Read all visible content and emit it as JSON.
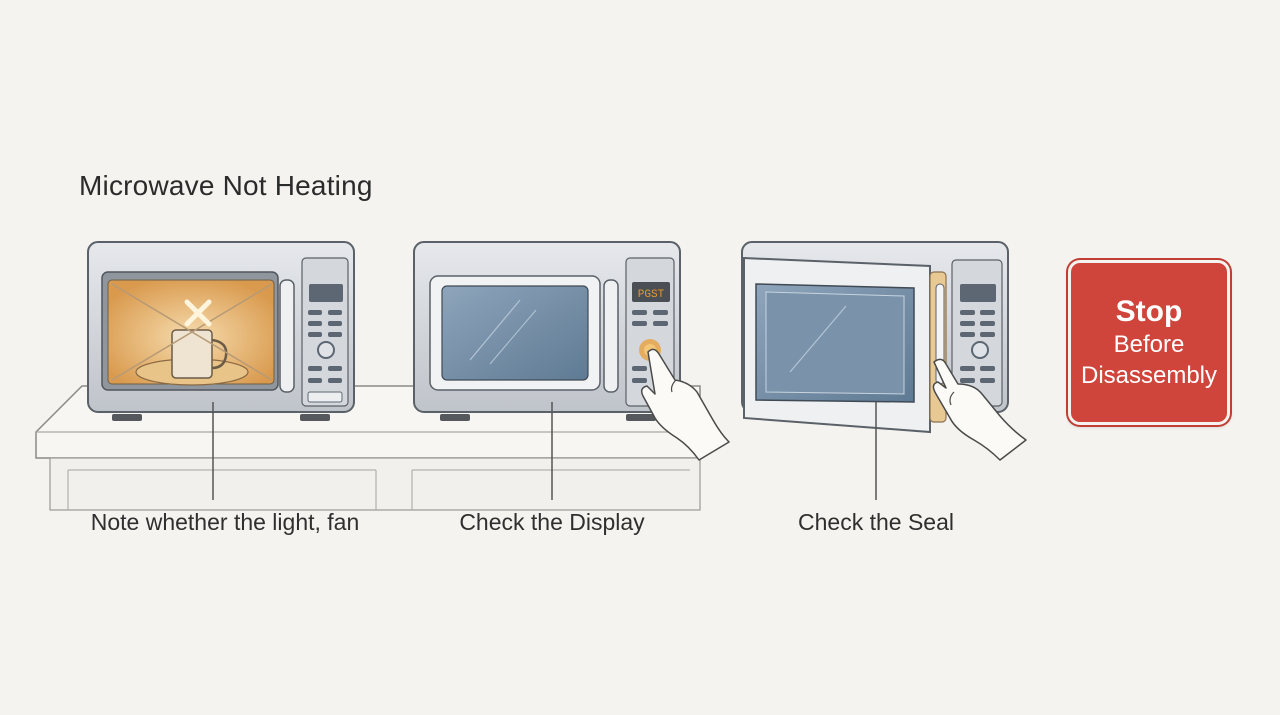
{
  "title": "Microwave Not Heating",
  "steps": [
    {
      "caption": "Note whether the light, fan",
      "icon": "crossed-out-heating-microwave-icon"
    },
    {
      "caption": "Check the Display",
      "display_text": "PGST",
      "icon": "finger-pressing-keypad-icon"
    },
    {
      "caption": "Check the Seal",
      "icon": "open-door-seal-icon"
    }
  ],
  "stop": {
    "word": "Stop",
    "line1": "Before",
    "line2": "Disassembly",
    "color": "#d0453b"
  },
  "colors": {
    "background": "#f4f3ef",
    "microwave_body": "#cfd3d8",
    "window_blue": "#6d87a0",
    "cavity_glow": "#f0c98e",
    "display_amber": "#e39a2e",
    "stop_red": "#d0453b"
  }
}
